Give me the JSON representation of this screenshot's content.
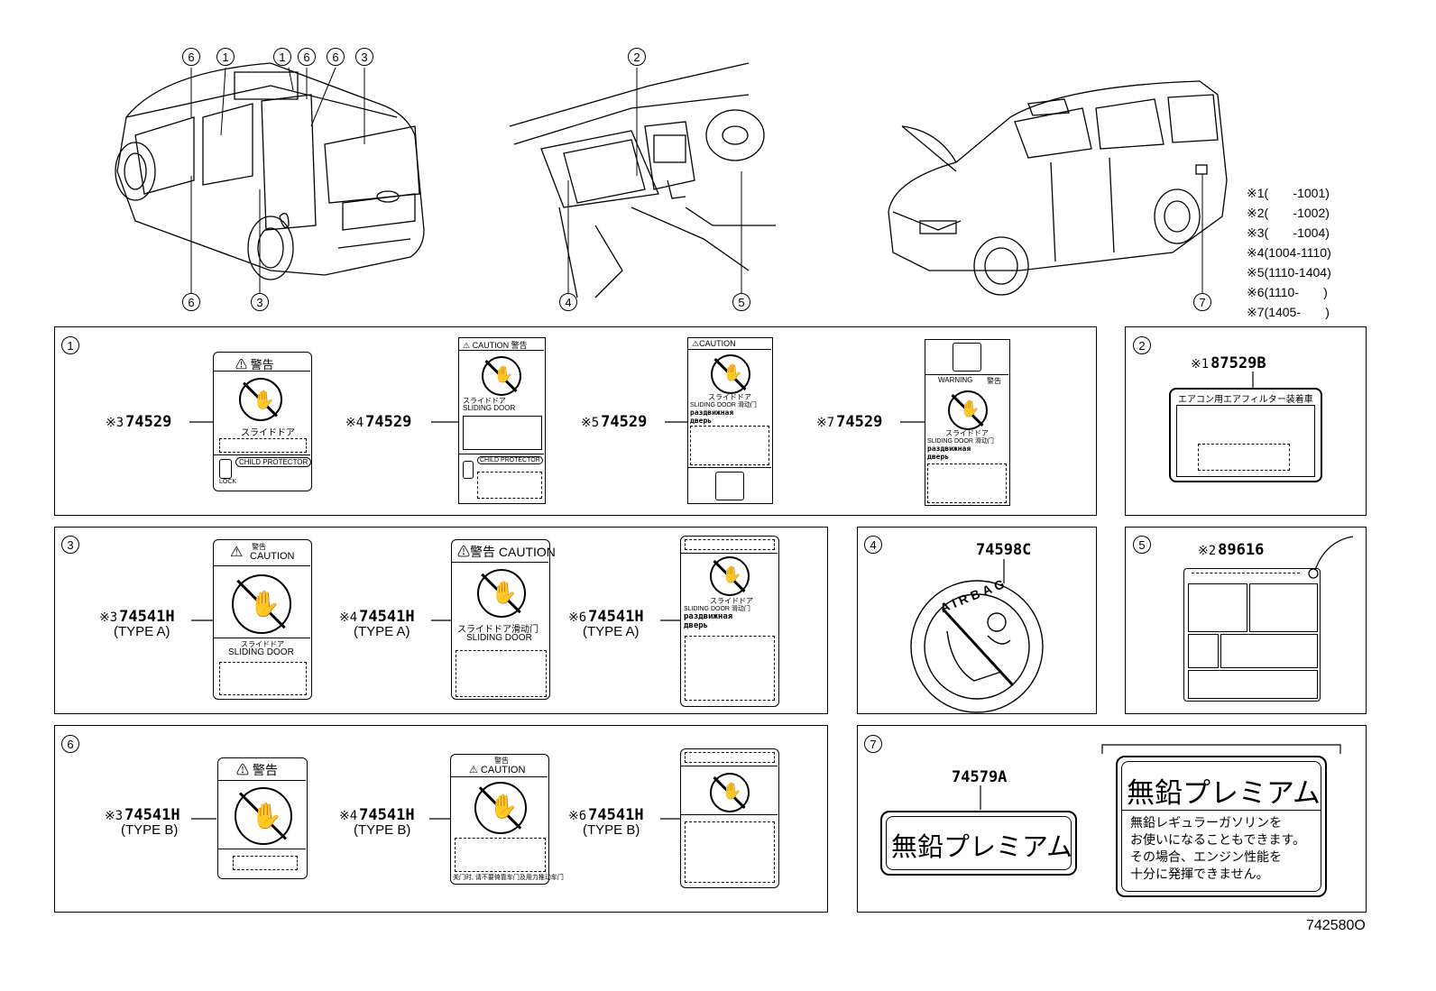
{
  "callouts": {
    "c1": "1",
    "c2": "2",
    "c3": "3",
    "c4": "4",
    "c5": "5",
    "c6": "6",
    "c7": "7"
  },
  "legend": [
    {
      "mark": "※1",
      "range": "(       -1001)"
    },
    {
      "mark": "※2",
      "range": "(       -1002)"
    },
    {
      "mark": "※3",
      "range": "(       -1004)"
    },
    {
      "mark": "※4",
      "range": "(1004-1110)"
    },
    {
      "mark": "※5",
      "range": "(1110-1404)"
    },
    {
      "mark": "※6",
      "range": "(1110-       )"
    },
    {
      "mark": "※7",
      "range": "(1405-       )"
    }
  ],
  "panel1": {
    "labels": [
      {
        "mark": "※3",
        "part": "74529"
      },
      {
        "mark": "※4",
        "part": "74529"
      },
      {
        "mark": "※5",
        "part": "74529"
      },
      {
        "mark": "※7",
        "part": "74529"
      }
    ],
    "sticker_texts": {
      "warn_jp": "⚠ 警告",
      "caution_jp": "⚠ CAUTION 警告",
      "caution": "⚠CAUTION",
      "warning": "WARNING",
      "warning_jp": "警告",
      "slide_jp": "スライドドア",
      "sliding": "SLIDING DOOR",
      "sliding_cn": "SLIDING DOOR 滑动门",
      "russian1": "раздвижная",
      "russian2": "дверь",
      "child": "CHILD PROTECTOR",
      "lock": "LOCK"
    }
  },
  "panel2": {
    "mark": "※1",
    "part": "87529B",
    "sticker_title": "エアコン用エアフィルター装着車"
  },
  "panel3": {
    "labels": [
      {
        "mark": "※3",
        "part": "74541H",
        "type": "(TYPE A)"
      },
      {
        "mark": "※4",
        "part": "74541H",
        "type": "(TYPE A)"
      },
      {
        "mark": "※6",
        "part": "74541H",
        "type": "(TYPE A)"
      }
    ],
    "sticker_texts": {
      "warn_small": "警告",
      "caution": "CAUTION",
      "warn_caution": "⚠警告 CAUTION",
      "slide_jp": "スライドドア",
      "sliding": "SLIDING DOOR",
      "slide_cn": "スライドドア滑动门",
      "sliding_cn": "SLIDING DOOR 滑动门",
      "russian1": "раздвижная",
      "russian2": "дверь"
    }
  },
  "panel4": {
    "part": "74598C",
    "airbag": "AIRBAG"
  },
  "panel5": {
    "mark": "※2",
    "part": "89616"
  },
  "panel6": {
    "labels": [
      {
        "mark": "※3",
        "part": "74541H",
        "type": "(TYPE B)"
      },
      {
        "mark": "※4",
        "part": "74541H",
        "type": "(TYPE B)"
      },
      {
        "mark": "※6",
        "part": "74541H",
        "type": "(TYPE B)"
      }
    ],
    "sticker_texts": {
      "warn_jp": "⚠ 警告",
      "warn_small": "警告",
      "caution": "⚠ CAUTION",
      "cn_note": "关门时, 请不要倚靠车门及用力推动车门"
    }
  },
  "panel7": {
    "part": "74579A",
    "label_text": "無鉛プレミアム",
    "detail_title": "無鉛プレミアム",
    "detail_body": "無鉛レギュラーガソリンを\nお使いになることもできます。\nその場合、エンジン性能を\n十分に発揮できません。"
  },
  "diagram_code": "742580O"
}
